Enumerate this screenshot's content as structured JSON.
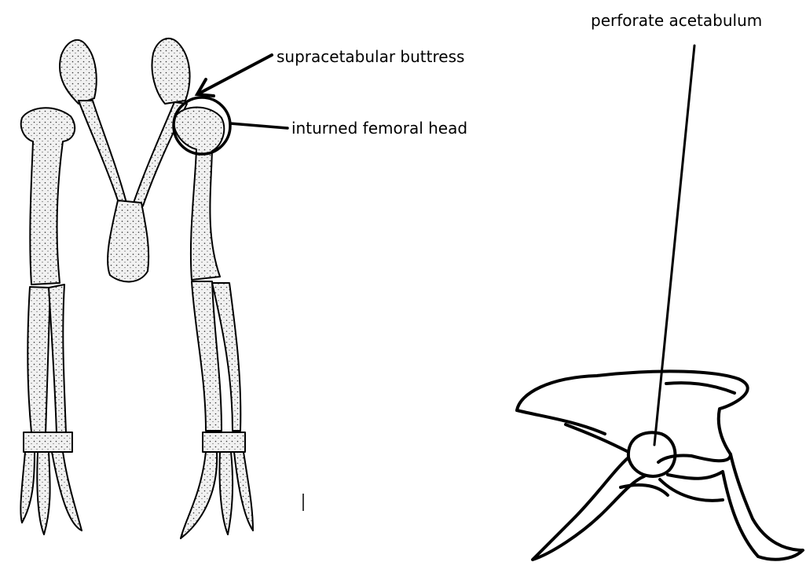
{
  "labels": {
    "supracetabular_buttress": "supracetabular buttress",
    "inturned_femoral_head": "inturned femoral head",
    "perforate_acetabulum": "perforate acetabulum"
  },
  "colors": {
    "ink": "#000000",
    "bone_fill": "#ececec",
    "background": "#ffffff"
  }
}
